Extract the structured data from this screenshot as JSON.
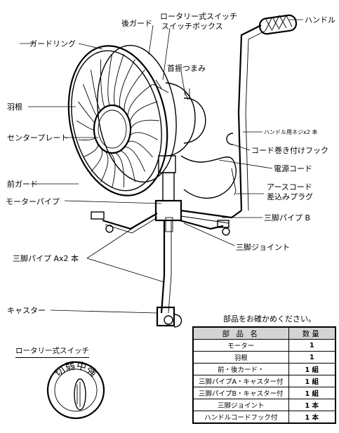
{
  "labels": {
    "back_guard": "後ガード",
    "rotary_switch": "ロータリー式スイッチ",
    "switch_box": "スイッチボックス",
    "handle": "ハンドル",
    "guard_ring": "ガードリング",
    "oscillation_knob": "首振つまみ",
    "blade": "羽根",
    "handle_screw": "ハンドル用ネジx2 本",
    "center_plate": "センタープレート",
    "cord_hook": "コード巻き付けフック",
    "power_cord": "電源コード",
    "front_guard": "前ガード",
    "earth_cord": "アースコード",
    "plug": "差込みプラグ",
    "motor_pipe": "モーターパイプ",
    "tripod_pipe_b": "三脚パイプ B",
    "tripod_pipe_a": "三脚パイプ Ax2 本",
    "tripod_joint": "三脚ジョイント",
    "caster": "キャスター"
  },
  "parts": {
    "caption": "部品をお確かめください。",
    "header_name": "部 品 名",
    "header_qty": "数量",
    "rows": [
      {
        "name": "モーター",
        "qty": "1"
      },
      {
        "name": "羽根",
        "qty": "1"
      },
      {
        "name": "前・後カード・",
        "qty": "1 組"
      },
      {
        "name": "三脚パイプA・キャスター付",
        "qty": "1 組"
      },
      {
        "name": "三脚パイプB・キャスター付",
        "qty": "1 組"
      },
      {
        "name": "三脚ジョイント",
        "qty": "1 本"
      },
      {
        "name": "ハンドルコードフック付",
        "qty": "1 本"
      }
    ]
  },
  "switch": {
    "title": "ロータリー式スイッチ",
    "dial_text": "切弱中強"
  }
}
